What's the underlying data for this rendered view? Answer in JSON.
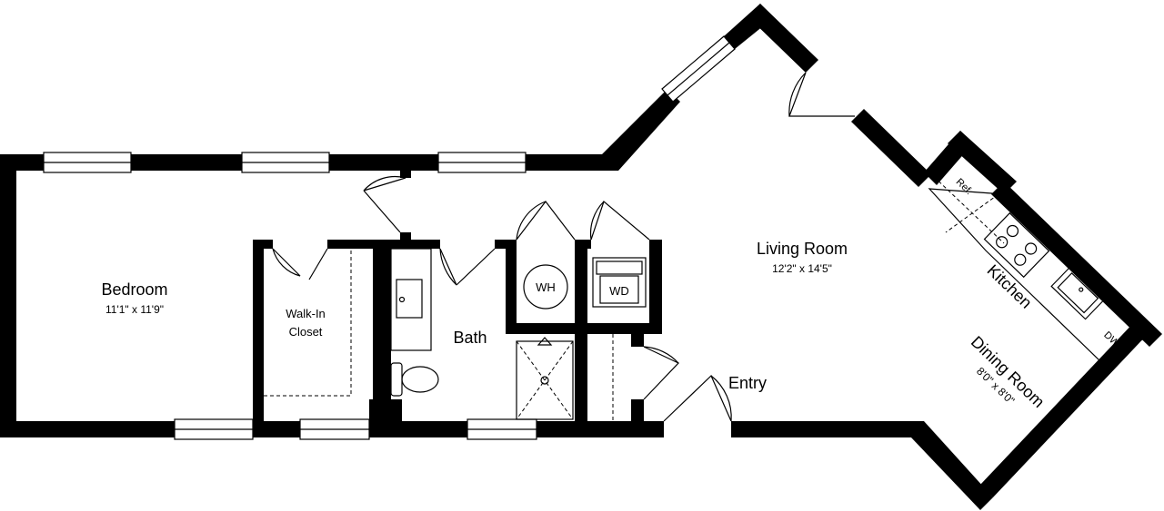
{
  "rooms": {
    "bedroom": {
      "name": "Bedroom",
      "dims": "11'1\" x 11'9\""
    },
    "closet": {
      "line1": "Walk-In",
      "line2": "Closet"
    },
    "bath": {
      "name": "Bath"
    },
    "living": {
      "name": "Living Room",
      "dims": "12'2\" x 14'5\""
    },
    "kitchen": {
      "name": "Kitchen"
    },
    "dining": {
      "name": "Dining Room",
      "dims": "8'0\" x 8'0\""
    },
    "entry": {
      "name": "Entry"
    }
  },
  "appliances": {
    "water_heater": "WH",
    "washer_dryer": "WD",
    "refrigerator": "Ref.",
    "dishwasher": "DW"
  }
}
